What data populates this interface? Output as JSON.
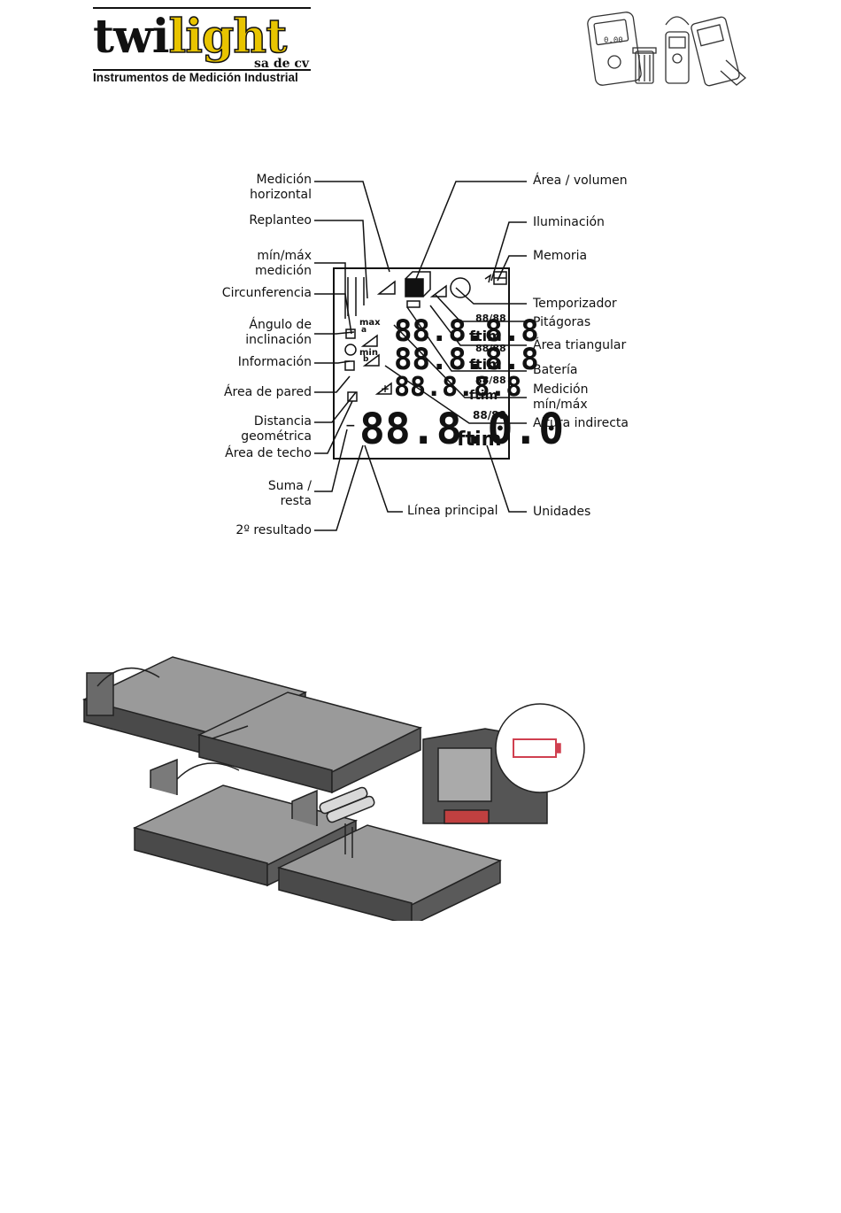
{
  "header": {
    "logo": {
      "twi": "twi",
      "light": "light",
      "sub": "sa de cv"
    },
    "tagline": "Instrumentos de Medición Industrial",
    "instruments_display": "0.00"
  },
  "diagram": {
    "left_labels": [
      {
        "line1": "Medición",
        "line2": "horizontal"
      },
      {
        "line1": "Replanteo",
        "line2": ""
      },
      {
        "line1": "mín/máx",
        "line2": "medición"
      },
      {
        "line1": "Circunferencia",
        "line2": ""
      },
      {
        "line1": "Ángulo de",
        "line2": "inclinación"
      },
      {
        "line1": "Información",
        "line2": ""
      },
      {
        "line1": "Área de pared",
        "line2": ""
      },
      {
        "line1": "Distancia",
        "line2": "geométrica"
      },
      {
        "line1": "Área de techo",
        "line2": ""
      },
      {
        "line1": "Suma /",
        "line2": "resta"
      },
      {
        "line1": "2º resultado",
        "line2": ""
      }
    ],
    "right_labels": [
      {
        "line1": "Área / volumen",
        "line2": ""
      },
      {
        "line1": "Iluminación",
        "line2": ""
      },
      {
        "line1": "Memoria",
        "line2": ""
      },
      {
        "line1": "Temporizador",
        "line2": ""
      },
      {
        "line1": "Pitágoras",
        "line2": ""
      },
      {
        "line1": "Área triangular",
        "line2": ""
      },
      {
        "line1": "Batería",
        "line2": ""
      },
      {
        "line1": "Medición",
        "line2": "mín/máx"
      },
      {
        "line1": "Altura indirecta",
        "line2": ""
      },
      {
        "line1": "Unidades",
        "line2": ""
      }
    ],
    "bottom_label": "Línea principal",
    "lcd": {
      "row1": "88.8.8.8",
      "row2": "88.8.8.8",
      "row3": "88.8.8.8",
      "main": "88.8.0.0",
      "unit": "ftim",
      "frac": "88/88",
      "max": "max",
      "min": "min",
      "a": "a",
      "b": "b",
      "plus": "+",
      "minus": "−"
    }
  }
}
